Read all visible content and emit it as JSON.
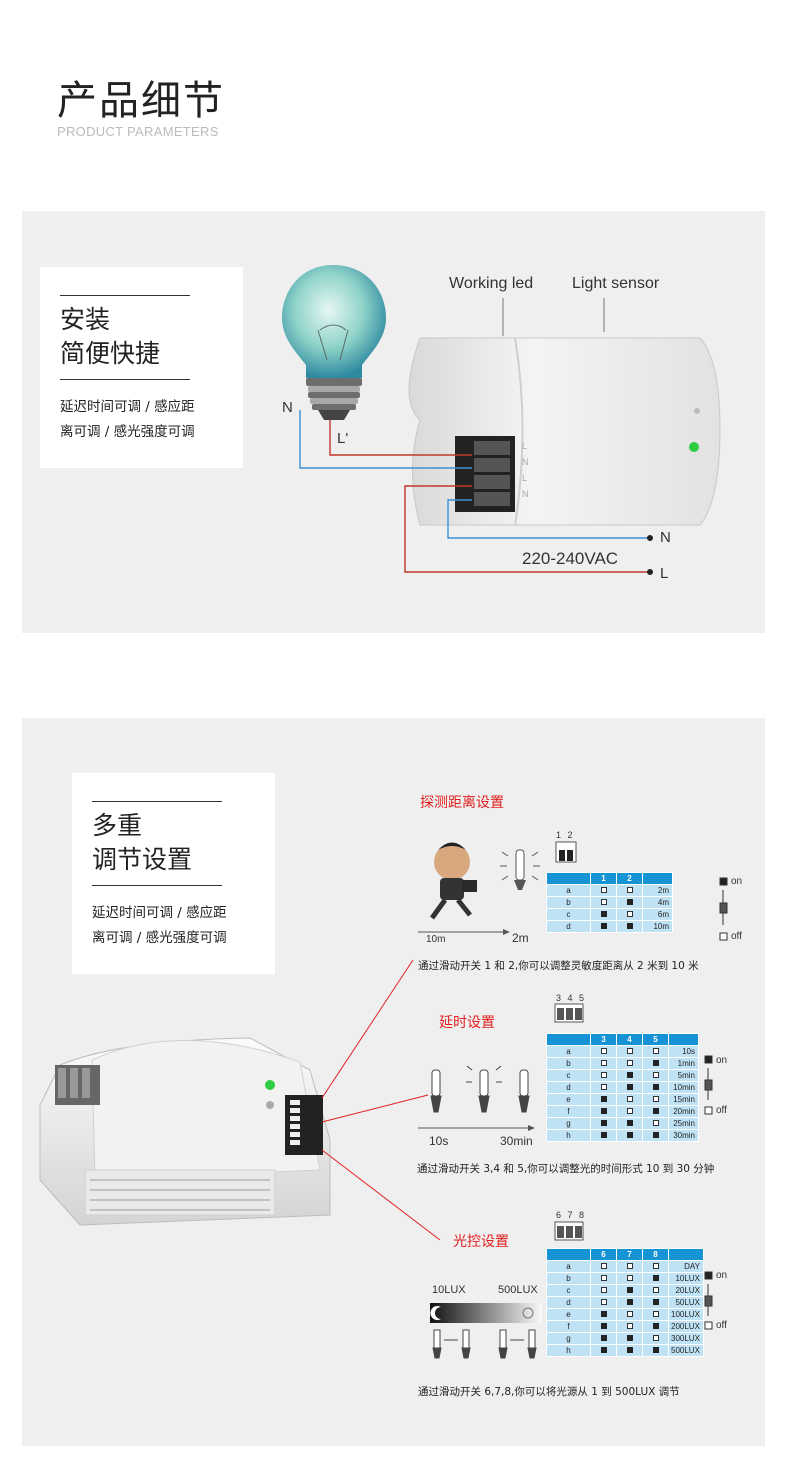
{
  "header": {
    "title": "产品细节",
    "subtitle": "PRODUCT PARAMETERS"
  },
  "install": {
    "title_line1": "安装",
    "title_line2": "简便快捷",
    "desc_line1": "延迟时间可调 / 感应距",
    "desc_line2": "离可调 / 感光强度可调"
  },
  "wiring": {
    "working_led": "Working led",
    "light_sensor": "Light sensor",
    "n_left": "N",
    "l_prime": "L'",
    "n_right": "N",
    "l_right": "L",
    "voltage": "220-240VAC",
    "terminal_labels": [
      "L",
      "N",
      "L",
      "N"
    ]
  },
  "adjust": {
    "title_line1": "多重",
    "title_line2": "调节设置",
    "desc_line1": "延迟时间可调 / 感应距",
    "desc_line2": "离可调 / 感光强度可调"
  },
  "distance": {
    "title": "探测距离设置",
    "dip_numbers": "1 2",
    "headers": [
      "",
      "1",
      "2",
      ""
    ],
    "rows": [
      {
        "label": "a",
        "s": [
          0,
          0
        ],
        "value": "2m"
      },
      {
        "label": "b",
        "s": [
          0,
          1
        ],
        "value": "4m"
      },
      {
        "label": "c",
        "s": [
          1,
          0
        ],
        "value": "6m"
      },
      {
        "label": "d",
        "s": [
          1,
          1
        ],
        "value": "10m"
      }
    ],
    "on": "on",
    "off": "off",
    "scale_left": "10m",
    "scale_right": "2m",
    "note": "通过滑动开关 1 和 2,你可以调整灵敏度距离从 2 米到 10 米"
  },
  "delay": {
    "title": "延时设置",
    "dip_numbers": "3 4 5",
    "headers": [
      "",
      "3",
      "4",
      "5",
      ""
    ],
    "rows": [
      {
        "label": "a",
        "s": [
          0,
          0,
          0
        ],
        "value": "10s"
      },
      {
        "label": "b",
        "s": [
          0,
          0,
          1
        ],
        "value": "1min"
      },
      {
        "label": "c",
        "s": [
          0,
          1,
          0
        ],
        "value": "5min"
      },
      {
        "label": "d",
        "s": [
          0,
          1,
          1
        ],
        "value": "10min"
      },
      {
        "label": "e",
        "s": [
          1,
          0,
          0
        ],
        "value": "15min"
      },
      {
        "label": "f",
        "s": [
          1,
          0,
          1
        ],
        "value": "20min"
      },
      {
        "label": "g",
        "s": [
          1,
          1,
          0
        ],
        "value": "25min"
      },
      {
        "label": "h",
        "s": [
          1,
          1,
          1
        ],
        "value": "30min"
      }
    ],
    "on": "on",
    "off": "off",
    "scale_left": "10s",
    "scale_right": "30min",
    "note": "通过滑动开关 3,4 和 5,你可以调整光的时间形式 10 到 30 分钟"
  },
  "lux": {
    "title": "光控设置",
    "dip_numbers": "6 7 8",
    "headers": [
      "",
      "6",
      "7",
      "8",
      ""
    ],
    "rows": [
      {
        "label": "a",
        "s": [
          0,
          0,
          0
        ],
        "value": "DAY"
      },
      {
        "label": "b",
        "s": [
          0,
          0,
          1
        ],
        "value": "10LUX"
      },
      {
        "label": "c",
        "s": [
          0,
          1,
          0
        ],
        "value": "20LUX"
      },
      {
        "label": "d",
        "s": [
          0,
          1,
          1
        ],
        "value": "50LUX"
      },
      {
        "label": "e",
        "s": [
          1,
          0,
          0
        ],
        "value": "100LUX"
      },
      {
        "label": "f",
        "s": [
          1,
          0,
          1
        ],
        "value": "200LUX"
      },
      {
        "label": "g",
        "s": [
          1,
          1,
          0
        ],
        "value": "300LUX"
      },
      {
        "label": "h",
        "s": [
          1,
          1,
          1
        ],
        "value": "500LUX"
      }
    ],
    "on": "on",
    "off": "off",
    "scale_left": "10LUX",
    "scale_right": "500LUX",
    "note": "通过滑动开关 6,7,8,你可以将光源从 1 到 500LUX 调节"
  },
  "colors": {
    "accent_red": "#e02020",
    "table_blue": "#1593d4",
    "table_light": "#bfe3f4",
    "wire_red": "#c0392b",
    "wire_blue": "#3b8fd6"
  }
}
